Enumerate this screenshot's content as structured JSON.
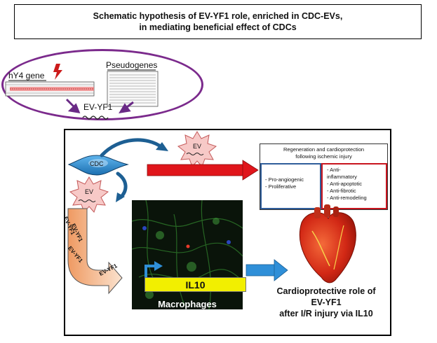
{
  "title": {
    "line1": "Schematic hypothesis of EV-YF1 role, enriched in CDC-EVs,",
    "line2": "in mediating beneficial effect of CDCs"
  },
  "oval": {
    "gene_label": "hY4 gene",
    "pseudogenes_label": "Pseudogenes",
    "product_label": "EV-YF1"
  },
  "diagram": {
    "cdc_label": "CDC",
    "ev_label_top": "EV",
    "ev_label_left": "EV",
    "ev_yf1_labels": [
      "EV-YF1",
      "EV-YF1",
      "EV-YF1",
      "EV-YF1"
    ],
    "il10_label": "IL10",
    "macrophages_label": "Macrophages"
  },
  "outcomes": {
    "title_line1": "Regeneration and cardioprotection",
    "title_line2": "following ischemic injury",
    "blue_items": [
      "- Pro-angiogenic",
      "- Proliferative"
    ],
    "red_items": [
      "- Anti-",
      "inflammatory",
      "- Anti-apoptotic",
      "- Anti-fibrotic",
      "- Anti-remodeling"
    ]
  },
  "conclusion": {
    "line1": "Cardioprotective role of",
    "line2": "EV-YF1",
    "line3": "after I/R injury via IL10"
  },
  "colors": {
    "oval_border": "#7b2a8c",
    "cdc_fill": "#2b8fd6",
    "ev_fill": "#f7c9c7",
    "red_arrow": "#e0151b",
    "blue_arrow": "#2f8fd8",
    "il10_bar": "#f2ef00"
  }
}
